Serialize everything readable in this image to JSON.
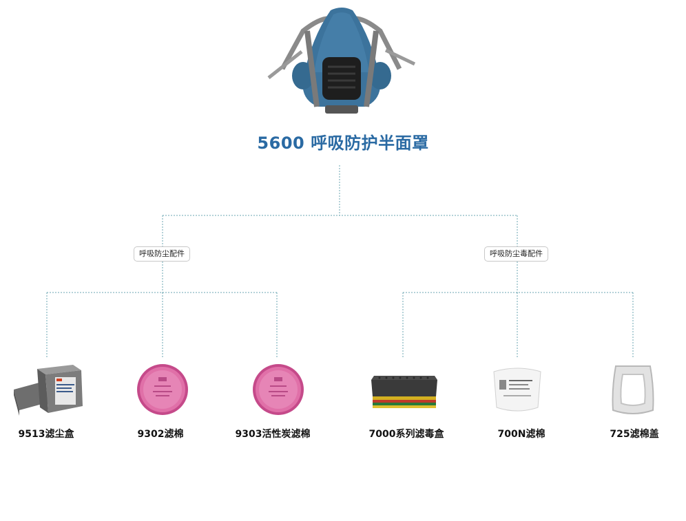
{
  "root": {
    "title": "5600 呼吸防护半面罩",
    "image_icon": "half-face-respirator"
  },
  "categories": [
    {
      "label": "呼吸防尘配件",
      "products": [
        {
          "label": "9513滤尘盒",
          "icon": "dust-cartridge"
        },
        {
          "label": "9302滤棉",
          "icon": "pink-filter"
        },
        {
          "label": "9303活性炭滤棉",
          "icon": "pink-carbon-filter"
        }
      ]
    },
    {
      "label": "呼吸防尘毒配件",
      "products": [
        {
          "label": "7000系列滤毒盒",
          "icon": "gas-cartridge"
        },
        {
          "label": "700N滤棉",
          "icon": "white-filter-pad"
        },
        {
          "label": "725滤棉盖",
          "icon": "filter-retainer"
        }
      ]
    }
  ],
  "colors": {
    "title": "#2a6aa3",
    "connector": "#6aa4b0",
    "mask": "#3c739c"
  }
}
